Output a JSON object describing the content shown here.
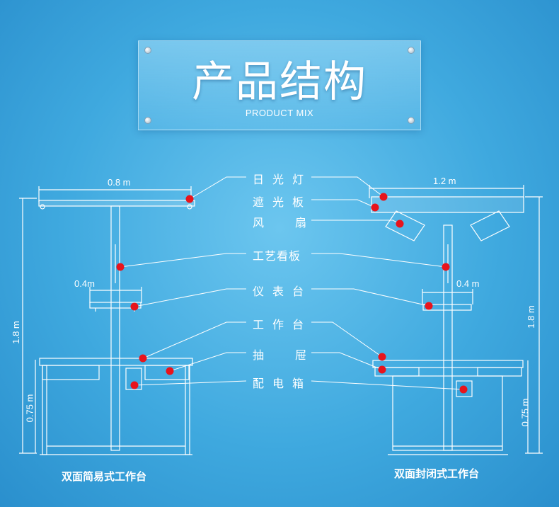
{
  "title": {
    "main": "产品结构",
    "sub": "PRODUCT MIX"
  },
  "labels": [
    "日光灯",
    "遮光板",
    "风扇",
    "工艺看板",
    "仪表台",
    "工作台",
    "抽屉",
    "配电箱"
  ],
  "left": {
    "caption": "双面简易式工作台",
    "top_width": "0.8 m",
    "shelf_width": "0.4m",
    "height": "1.8 m",
    "table_height": "0.75 m"
  },
  "right": {
    "caption": "双面封闭式工作台",
    "top_width": "1.2 m",
    "shelf_width": "0.4 m",
    "height": "1.8 m",
    "table_height": "0.75 m"
  },
  "colors": {
    "line": "#ffffff",
    "marker": "#e8141c",
    "frame": "#7fbfe6"
  }
}
